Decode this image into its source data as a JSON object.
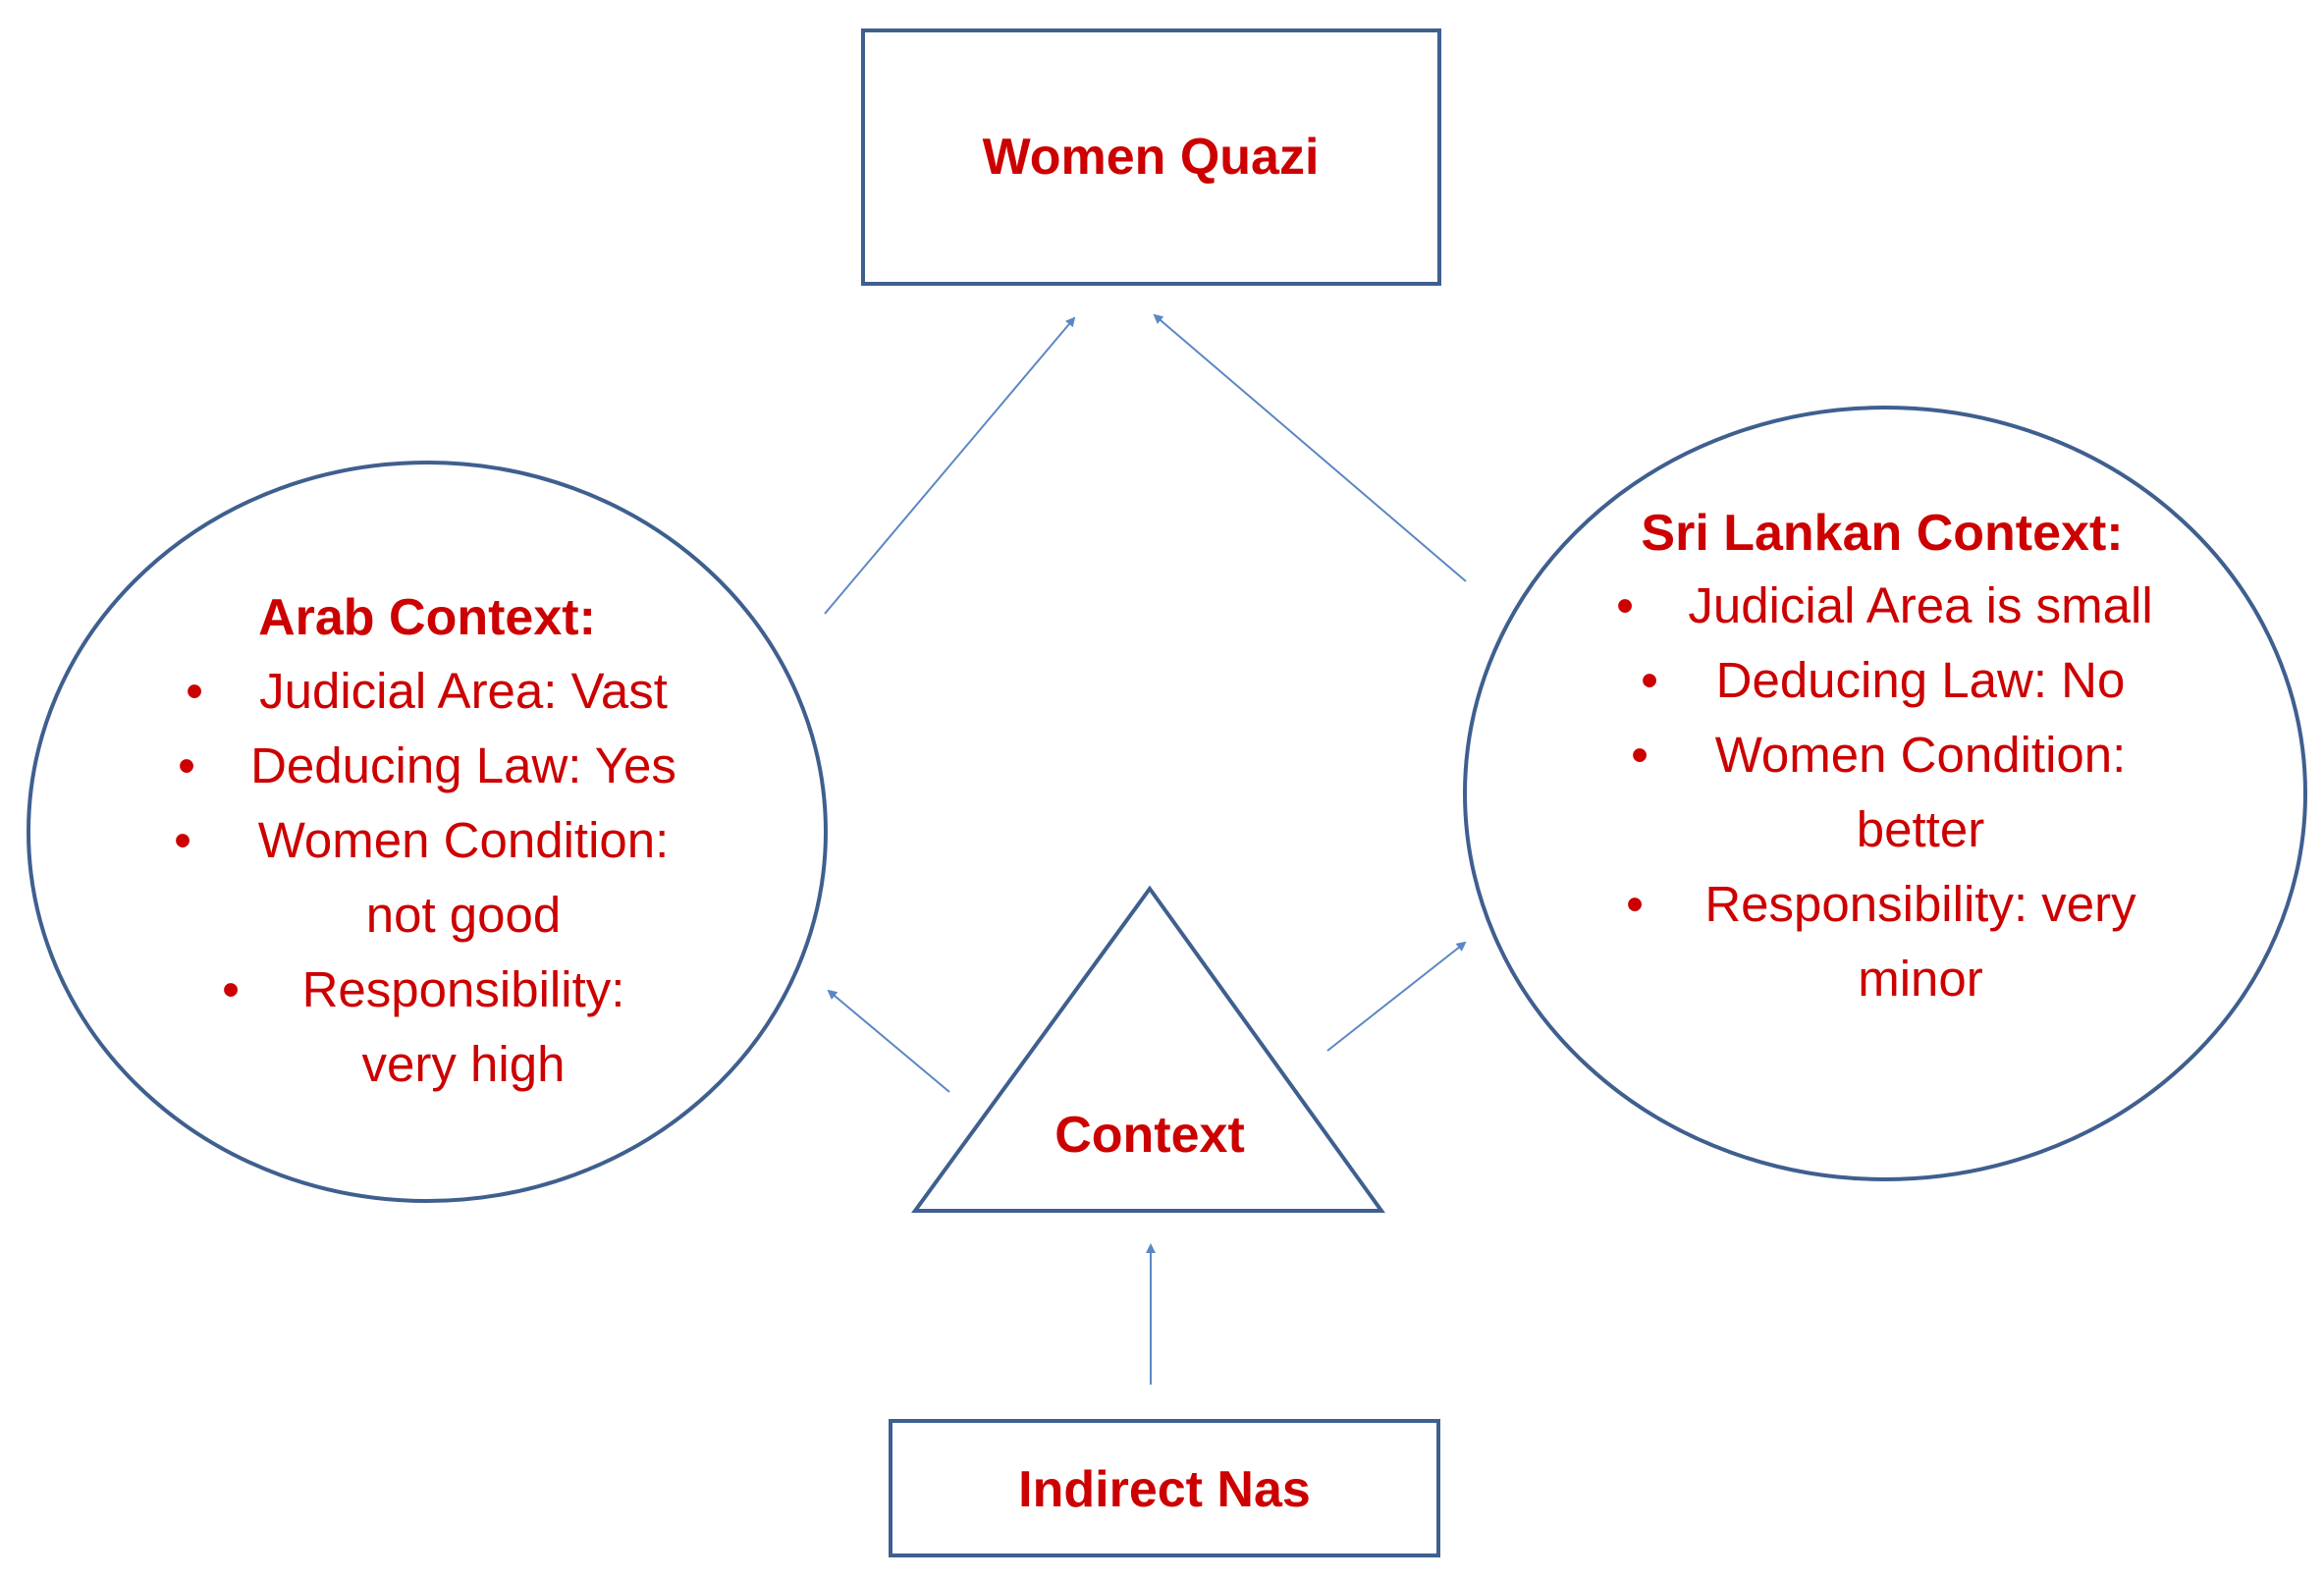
{
  "colors": {
    "stroke": "#3f5f8f",
    "arrow": "#5b87c5",
    "text": "#cc0000",
    "background": "#ffffff"
  },
  "women_quazi": {
    "label": "Women Quazi"
  },
  "arab_context": {
    "title": "Arab Context:",
    "items": [
      {
        "bullet": "•",
        "lines": [
          "Judicial Area: Vast"
        ]
      },
      {
        "bullet": "•",
        "lines": [
          "Deducing Law: Yes"
        ]
      },
      {
        "bullet": "•",
        "lines": [
          "Women Condition:",
          "not good"
        ]
      },
      {
        "bullet": "•",
        "lines": [
          "Responsibility:",
          "very high"
        ]
      }
    ]
  },
  "sri_lankan_context": {
    "title": "Sri Lankan Context:",
    "items": [
      {
        "bullet": "•",
        "lines": [
          "Judicial Area is small"
        ]
      },
      {
        "bullet": "•",
        "lines": [
          "Deducing Law: No"
        ]
      },
      {
        "bullet": "•",
        "lines": [
          "Women Condition:",
          "better"
        ]
      },
      {
        "bullet": "•",
        "lines": [
          "Responsibility: very",
          "minor"
        ]
      }
    ]
  },
  "context": {
    "label": "Context"
  },
  "indirect_nas": {
    "label": "Indirect Nas"
  }
}
